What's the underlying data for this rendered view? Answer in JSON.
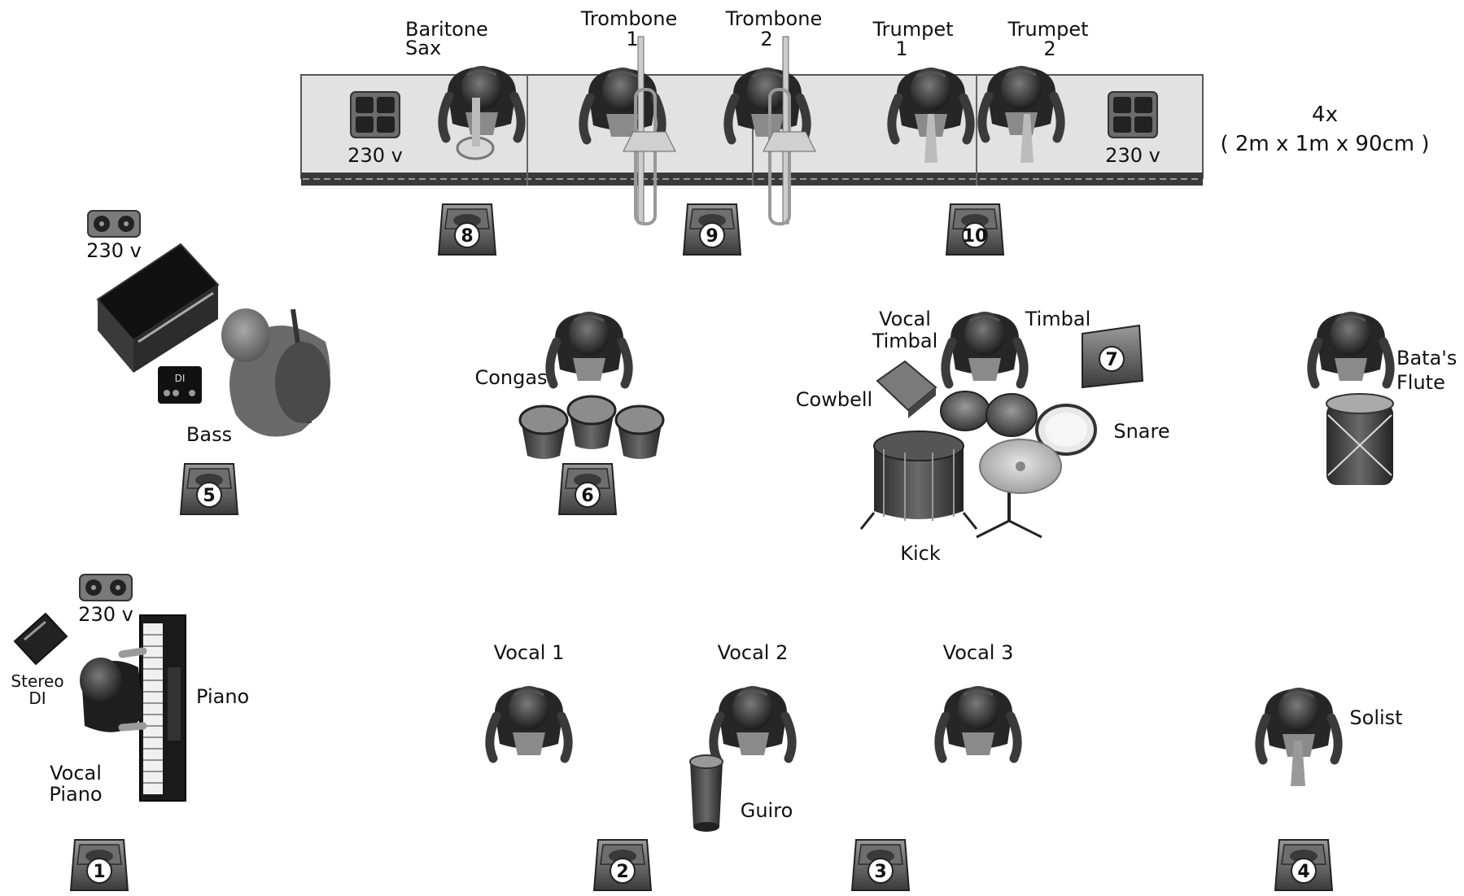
{
  "riser_note": {
    "count": "4x",
    "dimensions": "( 2m x 1m x 90cm )"
  },
  "power_labels": {
    "riser_left": "230 v",
    "riser_right": "230 v",
    "bass": "230 v",
    "piano": "230 v"
  },
  "musicians": {
    "baritone_sax": {
      "line1": "Baritone",
      "line2": "Sax"
    },
    "trombone_1": {
      "line1": "Trombone",
      "line2": "1"
    },
    "trombone_2": {
      "line1": "Trombone",
      "line2": "2"
    },
    "trumpet_1": {
      "line1": "Trumpet",
      "line2": "1"
    },
    "trumpet_2": {
      "line1": "Trumpet",
      "line2": "2"
    },
    "bass": "Bass",
    "congas": "Congas",
    "vocal_timbal": {
      "line1": "Vocal",
      "line2": "Timbal"
    },
    "timbal": "Timbal",
    "cowbell": "Cowbell",
    "snare": "Snare",
    "kick": "Kick",
    "batas_flute": {
      "line1": "Bata's",
      "line2": "Flute"
    },
    "stereo_di": {
      "line1": "Stereo",
      "line2": "DI"
    },
    "piano": "Piano",
    "vocal_piano": {
      "line1": "Vocal",
      "line2": "Piano"
    },
    "vocal_1": "Vocal 1",
    "vocal_2": "Vocal 2",
    "vocal_3": "Vocal 3",
    "guiro": "Guiro",
    "solist": "Solist"
  },
  "di_box_label": "DI",
  "monitors": [
    "1",
    "2",
    "3",
    "4",
    "5",
    "6",
    "7",
    "8",
    "9",
    "10"
  ]
}
